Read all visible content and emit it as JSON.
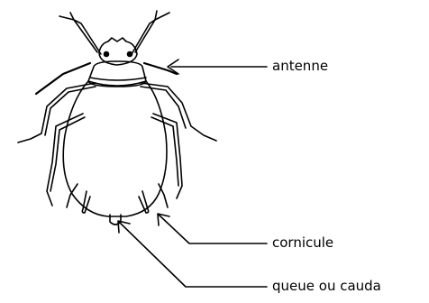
{
  "labels": {
    "antenna": "antenne",
    "cornicle": "cornicule",
    "tail": "queue ou cauda"
  },
  "colors": {
    "line": "#000000",
    "background": "#ffffff"
  }
}
